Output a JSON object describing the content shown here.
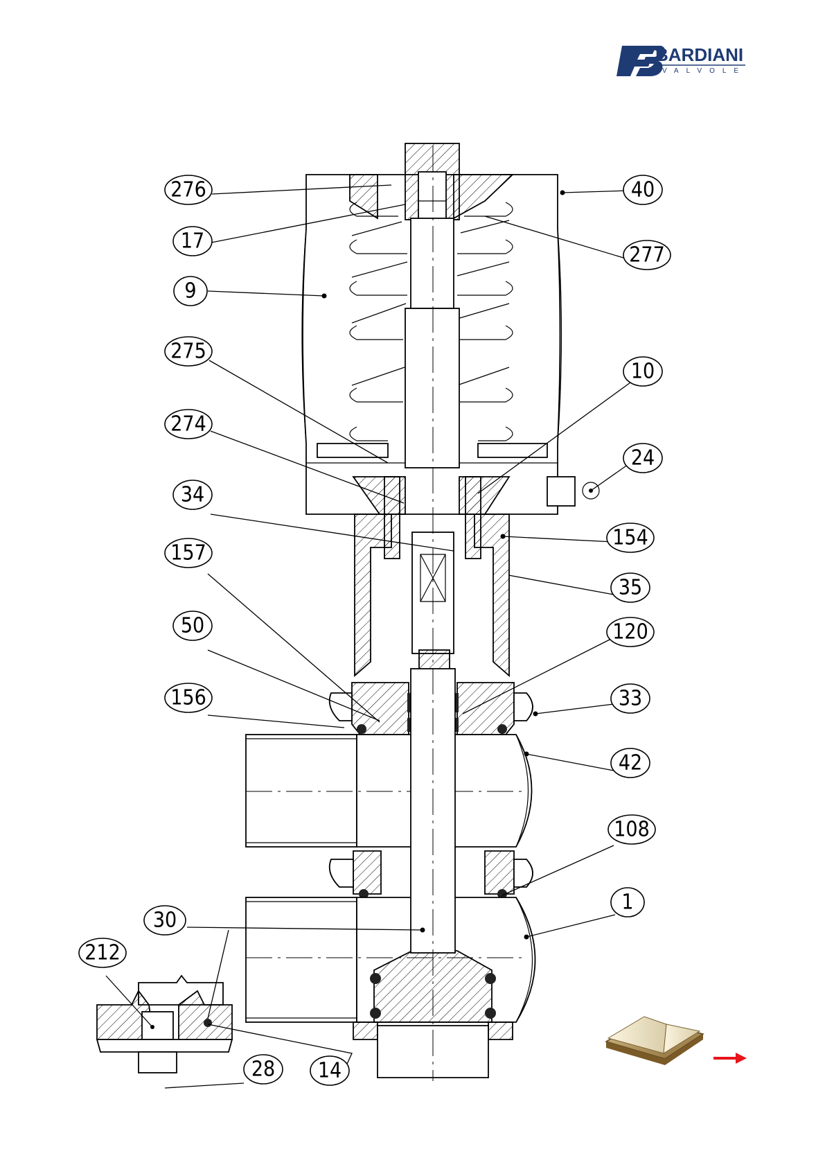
{
  "brand": {
    "name": "BARDIANI",
    "sub": "VALVOLE",
    "color": "#1f3b73"
  },
  "labels": [
    {
      "id": "276"
    },
    {
      "id": "17"
    },
    {
      "id": "9"
    },
    {
      "id": "275"
    },
    {
      "id": "274"
    },
    {
      "id": "34"
    },
    {
      "id": "157"
    },
    {
      "id": "50"
    },
    {
      "id": "156"
    },
    {
      "id": "30"
    },
    {
      "id": "212"
    },
    {
      "id": "28"
    },
    {
      "id": "14"
    },
    {
      "id": "40"
    },
    {
      "id": "277"
    },
    {
      "id": "10"
    },
    {
      "id": "24"
    },
    {
      "id": "154"
    },
    {
      "id": "35"
    },
    {
      "id": "120"
    },
    {
      "id": "33"
    },
    {
      "id": "42"
    },
    {
      "id": "108"
    },
    {
      "id": "1"
    }
  ],
  "nav": {
    "icon": "book-icon",
    "arrow_color": "#e8141a"
  }
}
